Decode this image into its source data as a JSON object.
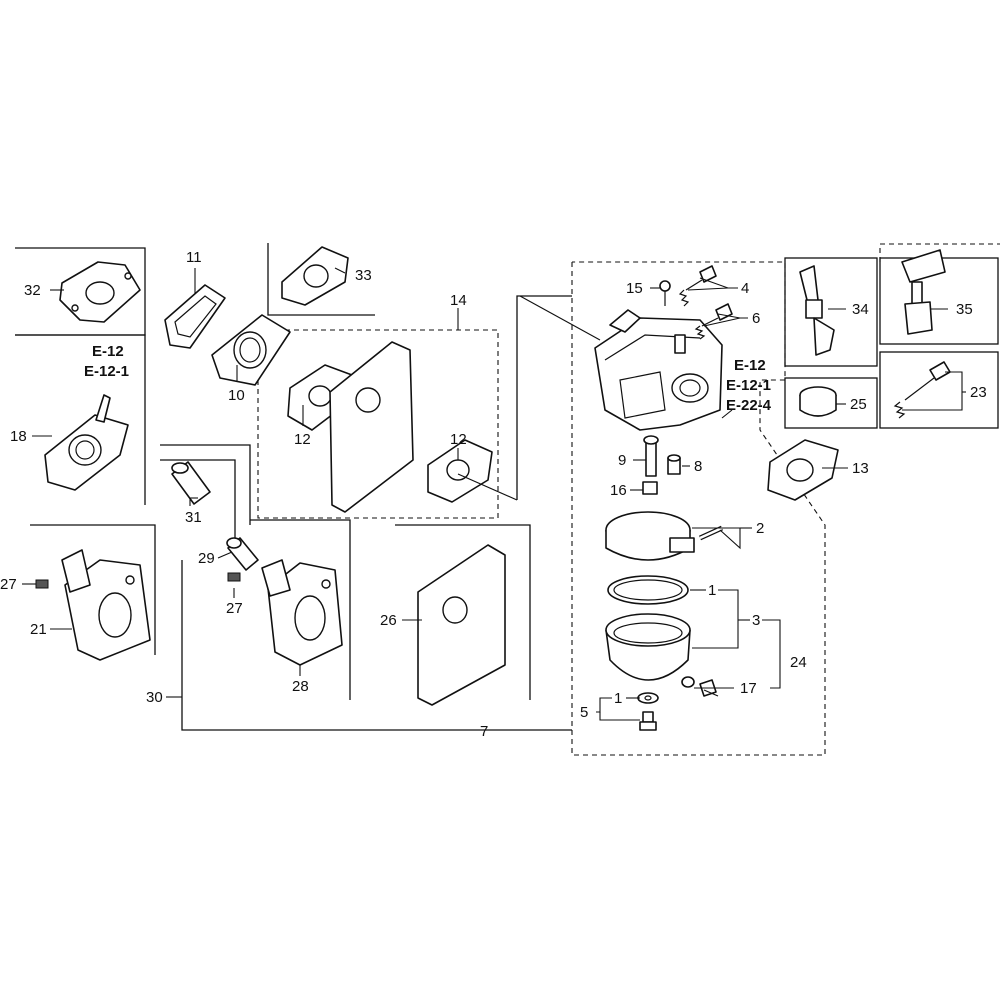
{
  "labels": {
    "p1a": "1",
    "p1b": "1",
    "p2": "2",
    "p3": "3",
    "p4": "4",
    "p5": "5",
    "p6": "6",
    "p7": "7",
    "p8": "8",
    "p9": "9",
    "p10": "10",
    "p11": "11",
    "p12a": "12",
    "p12b": "12",
    "p13": "13",
    "p14": "14",
    "p15": "15",
    "p16": "16",
    "p17": "17",
    "p18": "18",
    "p21": "21",
    "p23": "23",
    "p24": "24",
    "p25": "25",
    "p26": "26",
    "p27a": "27",
    "p27b": "27",
    "p28": "28",
    "p29": "29",
    "p30": "30",
    "p31": "31",
    "p32": "32",
    "p33": "33",
    "p34": "34",
    "p35": "35"
  },
  "refs": {
    "left": [
      "E-12",
      "E-12-1"
    ],
    "right": [
      "E-12",
      "E-12-1",
      "E-22-4"
    ]
  }
}
